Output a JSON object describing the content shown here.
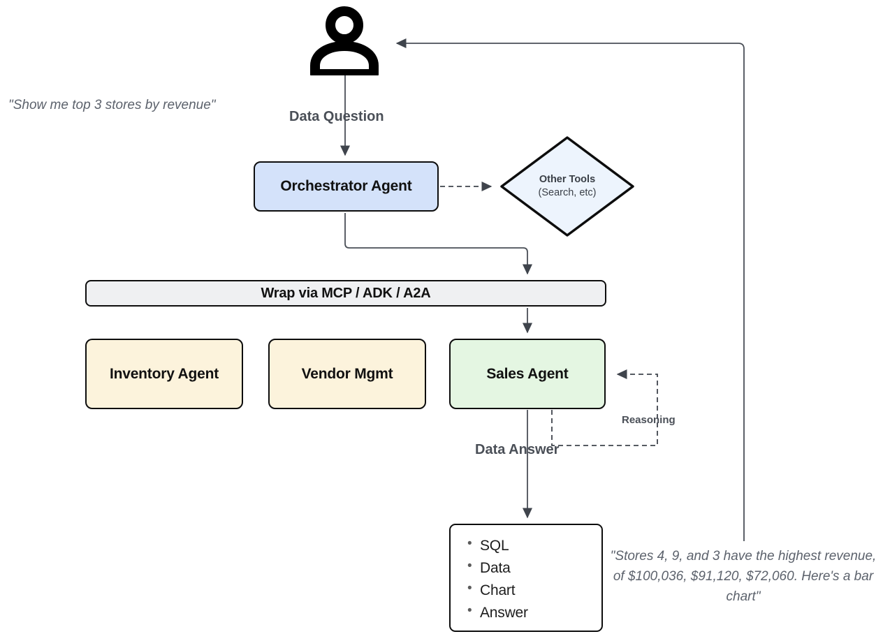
{
  "diagram": {
    "title": "Multi-agent data question orchestration flow",
    "actor": {
      "icon": "user-icon",
      "label": ""
    },
    "nodes": {
      "orchestrator": {
        "label": "Orchestrator Agent",
        "color": "#d4e2fa"
      },
      "other_tools": {
        "title": "Other Tools",
        "subtitle": "(Search, etc)",
        "color": "#edf4fd"
      },
      "mcp_bar": {
        "label": "Wrap via MCP / ADK / A2A",
        "color": "#eff0f2"
      },
      "inventory": {
        "label": "Inventory Agent",
        "color": "#fcf3dc"
      },
      "vendor": {
        "label": "Vendor Mgmt",
        "color": "#fcf3dc"
      },
      "sales": {
        "label": "Sales Agent",
        "color": "#e4f6e2"
      },
      "output": {
        "items": [
          "SQL",
          "Data",
          "Chart",
          "Answer"
        ]
      }
    },
    "edge_labels": {
      "data_question": "Data Question",
      "data_answer": "Data Answer",
      "reasoning": "Reasoning"
    },
    "quotes": {
      "question": "\"Show me top 3 stores by revenue\"",
      "answer": "\"Stores 4, 9, and 3 have the highest revenue, of $100,036, $91,120, $72,060. Here's a bar chart\""
    },
    "colors": {
      "stroke": "#0d0d0d",
      "wire": "#4a4f57",
      "label_text": "#4a4f57",
      "quote_text": "#5c626c"
    }
  }
}
